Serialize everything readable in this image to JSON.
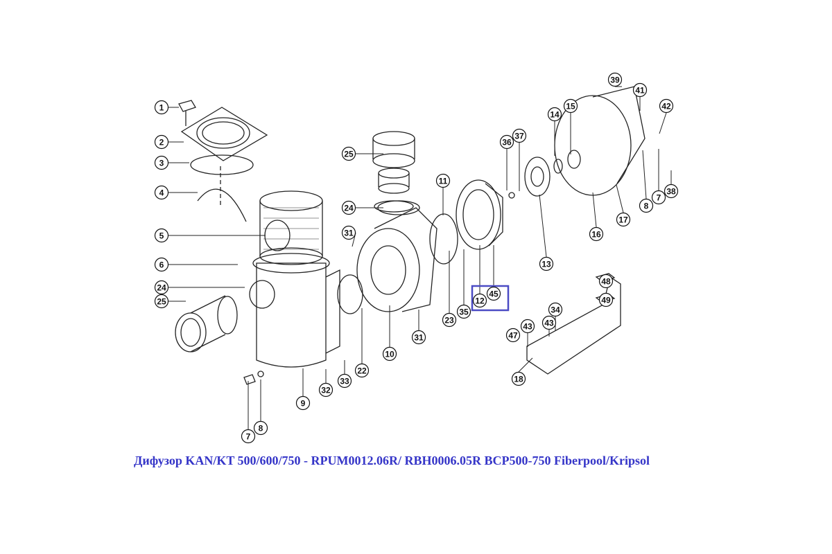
{
  "caption": "Дифузор KAN/KT 500/600/750 - RPUM0012.06R/ RBH0006.05R BCP500-750 Fiberpool/Kripsol",
  "highlight_color": "#4b4bc4",
  "highlighted_parts": [
    "12",
    "45"
  ],
  "callouts": [
    "1",
    "2",
    "3",
    "4",
    "5",
    "6",
    "24",
    "25",
    "7",
    "8",
    "9",
    "32",
    "33",
    "22",
    "10",
    "31",
    "23",
    "35",
    "12",
    "45",
    "31",
    "24",
    "25",
    "11",
    "36",
    "37",
    "14",
    "15",
    "39",
    "41",
    "42",
    "13",
    "16",
    "17",
    "8",
    "7",
    "38",
    "48",
    "49",
    "34",
    "43",
    "43",
    "47",
    "18"
  ]
}
